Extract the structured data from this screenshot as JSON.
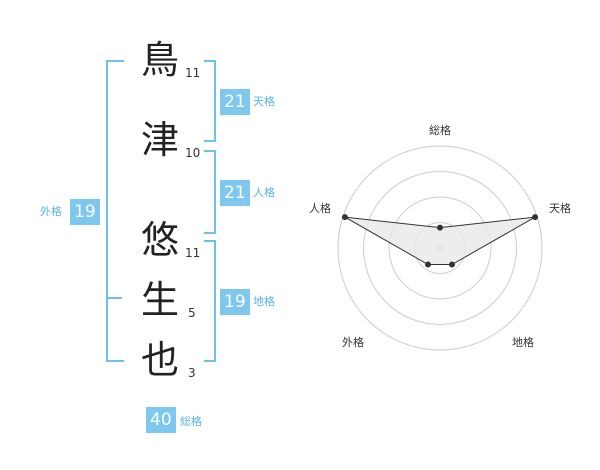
{
  "name_chars": [
    {
      "char": "鳥",
      "strokes": "11"
    },
    {
      "char": "津",
      "strokes": "10"
    },
    {
      "char": "悠",
      "strokes": "11"
    },
    {
      "char": "生",
      "strokes": "5"
    },
    {
      "char": "也",
      "strokes": "3"
    }
  ],
  "kakusu": {
    "tenkaku": {
      "value": "21",
      "label": "天格"
    },
    "jinkaku": {
      "value": "21",
      "label": "人格"
    },
    "chikaku": {
      "value": "19",
      "label": "地格"
    },
    "gaikaku": {
      "value": "19",
      "label": "外格"
    },
    "soukaku": {
      "value": "40",
      "label": "総格"
    }
  },
  "chart_data": {
    "type": "radar",
    "axes": [
      "総格",
      "天格",
      "地格",
      "外格",
      "人格"
    ],
    "values": [
      0.2,
      0.98,
      0.2,
      0.2,
      0.98
    ],
    "rings": 4,
    "colors": {
      "fill": "#e9e9e9",
      "line": "#333333",
      "grid": "#cccccc",
      "accent": "#7ec8f0"
    }
  }
}
